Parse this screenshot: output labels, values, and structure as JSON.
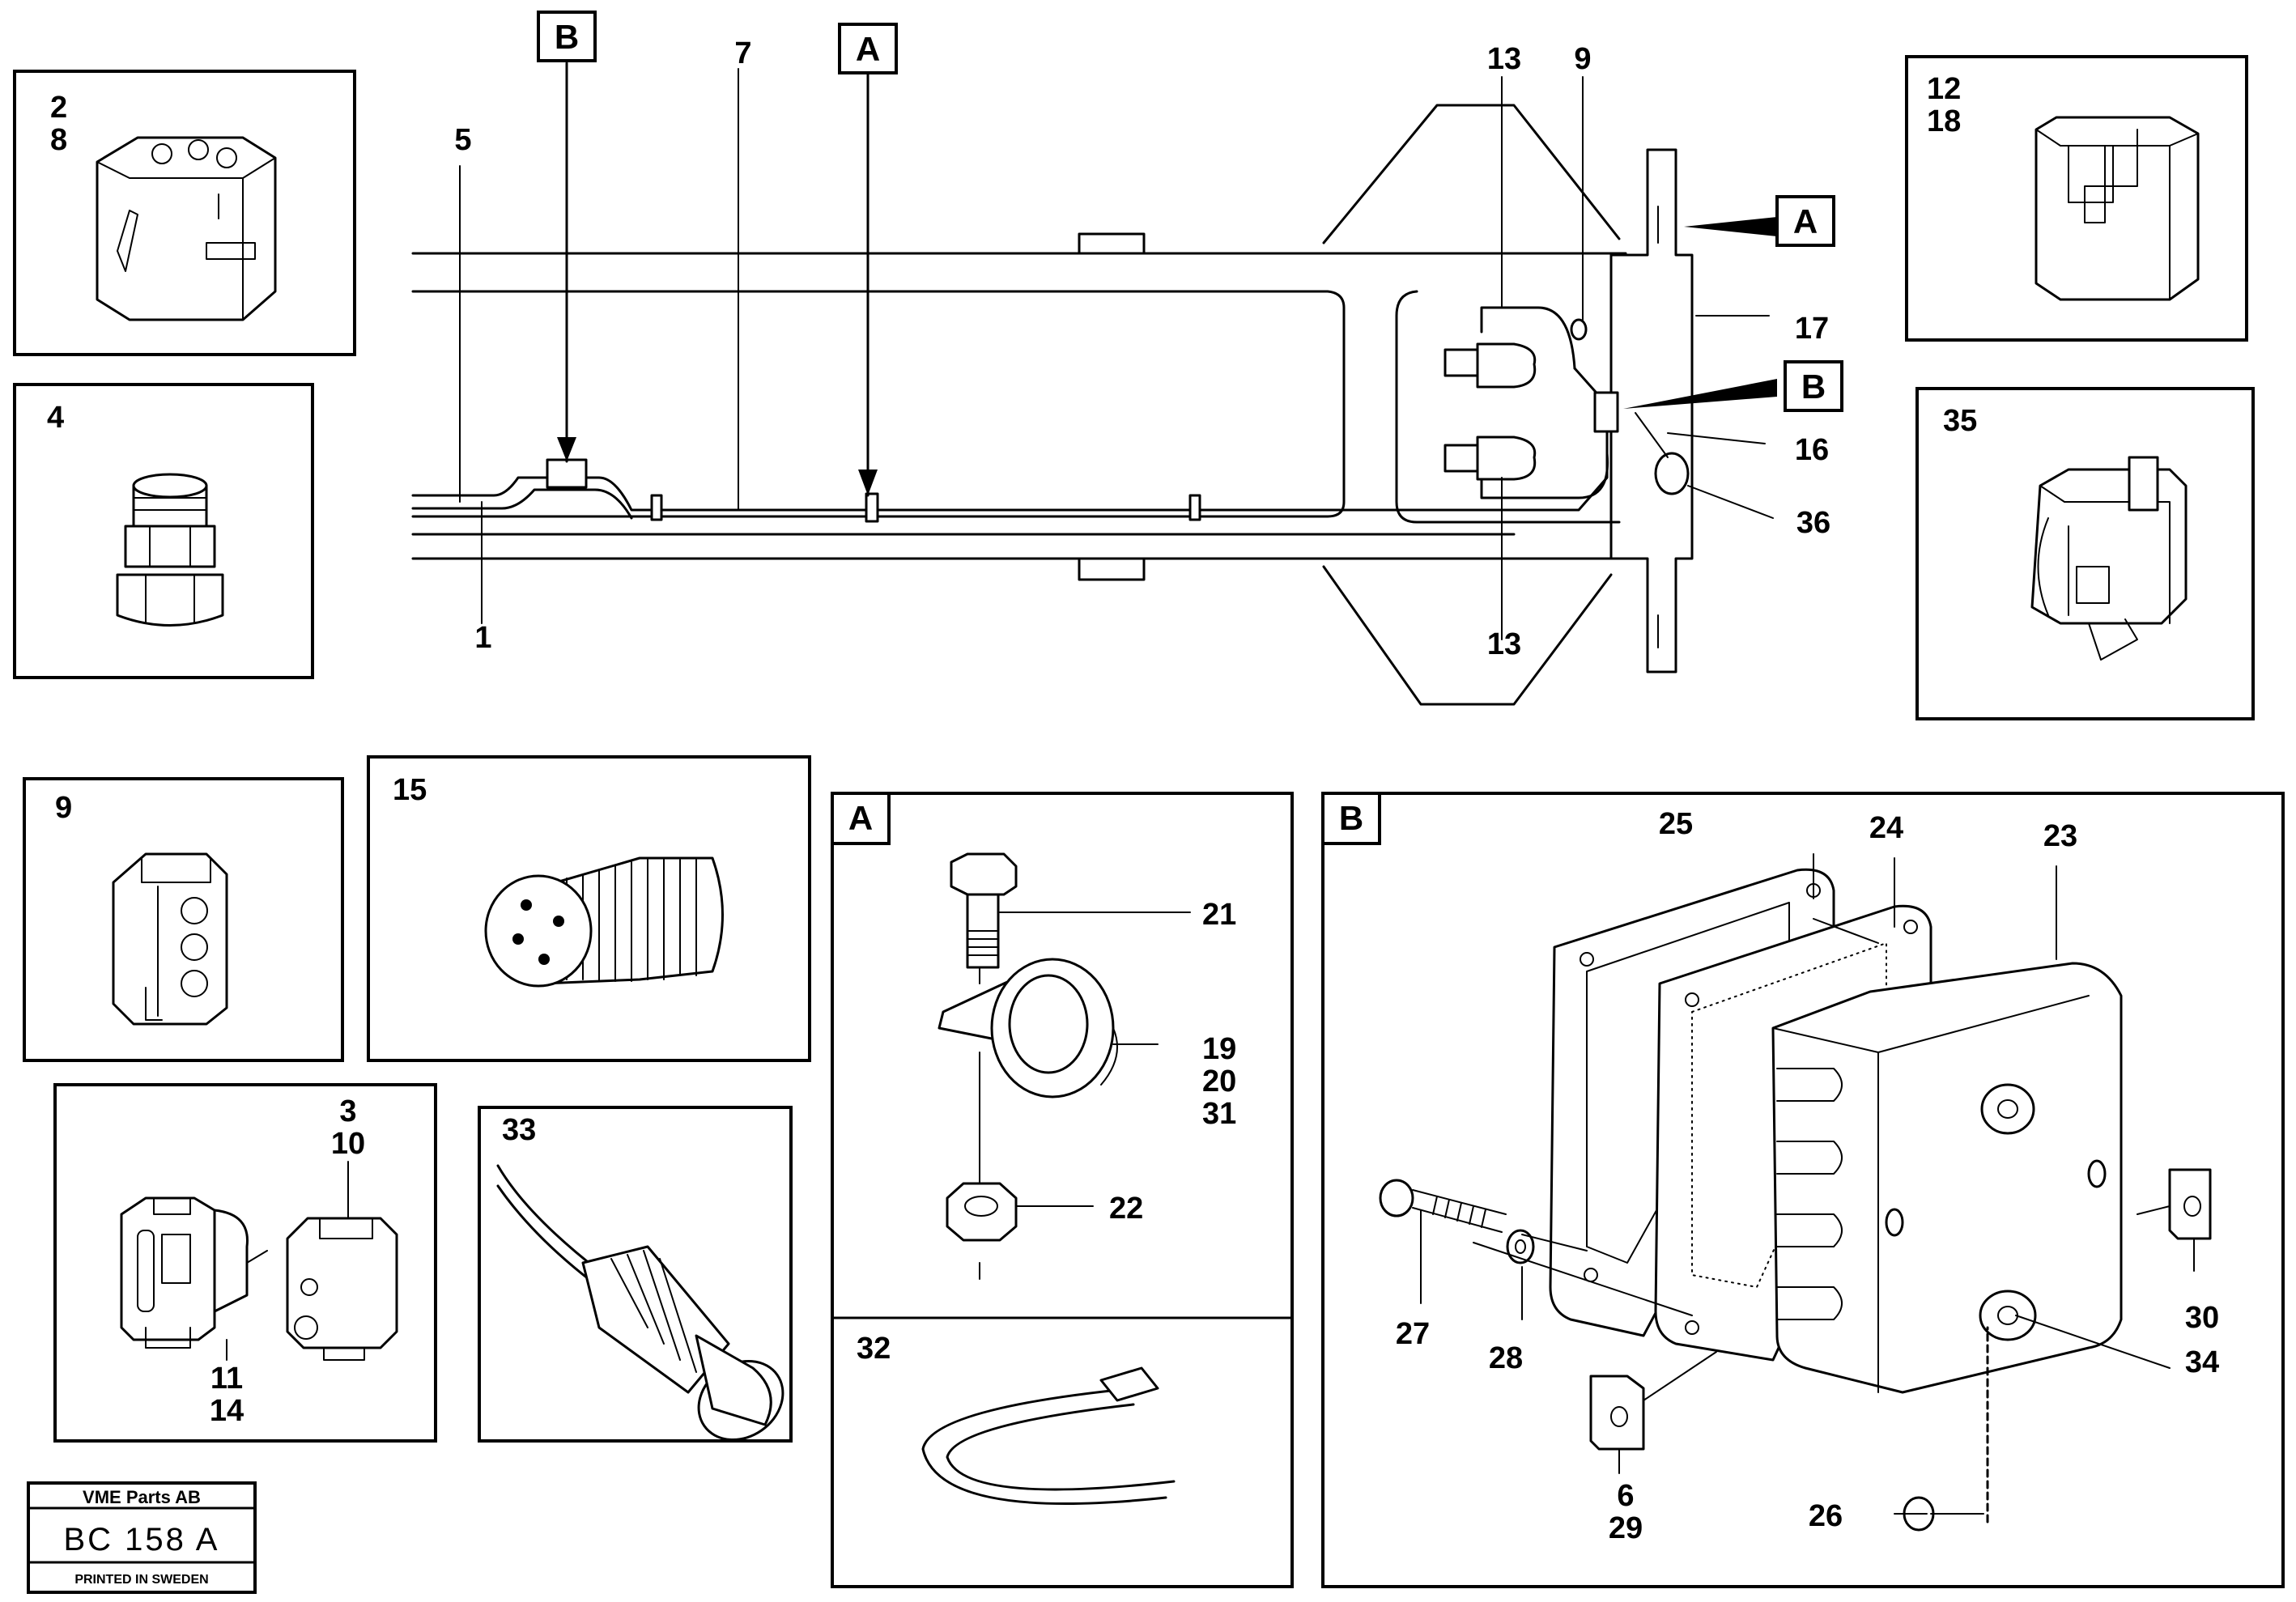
{
  "main_diagram": {
    "callouts": {
      "c1": "1",
      "c5": "5",
      "c7": "7",
      "c9": "9",
      "c13a": "13",
      "c13b": "13",
      "c16": "16",
      "c17": "17",
      "c36": "36"
    },
    "detail_markers": {
      "b_top": "B",
      "a_top": "A",
      "a_right": "A",
      "b_right": "B"
    }
  },
  "insets": {
    "p2_8": {
      "line1": "2",
      "line2": "8"
    },
    "p4": {
      "label": "4"
    },
    "p12_18": {
      "line1": "12",
      "line2": "18"
    },
    "p35": {
      "label": "35"
    },
    "p9": {
      "label": "9"
    },
    "p15": {
      "label": "15"
    },
    "p33": {
      "label": "33"
    },
    "p11_14": {
      "a1": "3",
      "a2": "10",
      "b1": "11",
      "b2": "14"
    },
    "detail_a": {
      "title": "A",
      "labels": {
        "l21": "21",
        "l19": "19",
        "l20": "20",
        "l31": "31",
        "l22": "22"
      }
    },
    "p32": {
      "label": "32"
    },
    "detail_b": {
      "title": "B",
      "labels": {
        "l25": "25",
        "l24": "24",
        "l23": "23",
        "l27": "27",
        "l28": "28",
        "l30": "30",
        "l34": "34",
        "l6": "6",
        "l29": "29",
        "l26": "26"
      }
    }
  },
  "title_block": {
    "company": "VME Parts AB",
    "drawing_number": "BC 158 A",
    "printed": "PRINTED IN SWEDEN"
  }
}
